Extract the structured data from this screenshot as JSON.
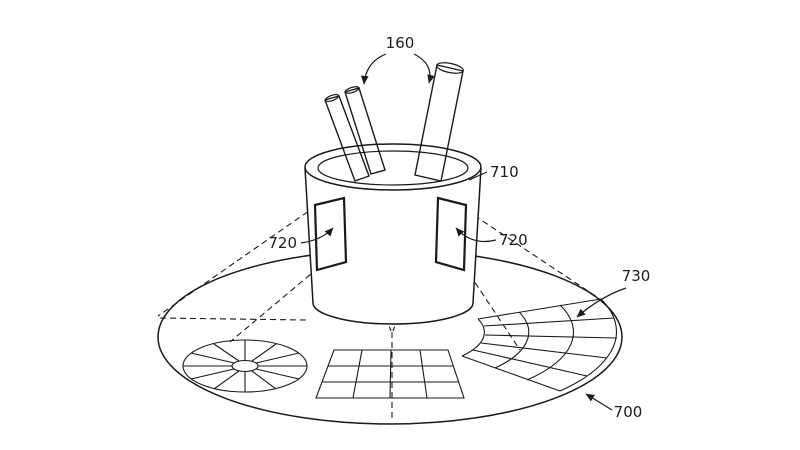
{
  "figure": {
    "type": "patent-line-drawing",
    "description": "Pen holder cup with sensor windows projecting interface zones onto a circular base",
    "colors": {
      "ink": "#1a1a1a",
      "background": "#ffffff"
    },
    "labels": {
      "pens_group": "160",
      "holder_cup": "710",
      "window_left": "720",
      "window_right": "720",
      "fan_grid": "730",
      "base_disc": "700"
    }
  }
}
